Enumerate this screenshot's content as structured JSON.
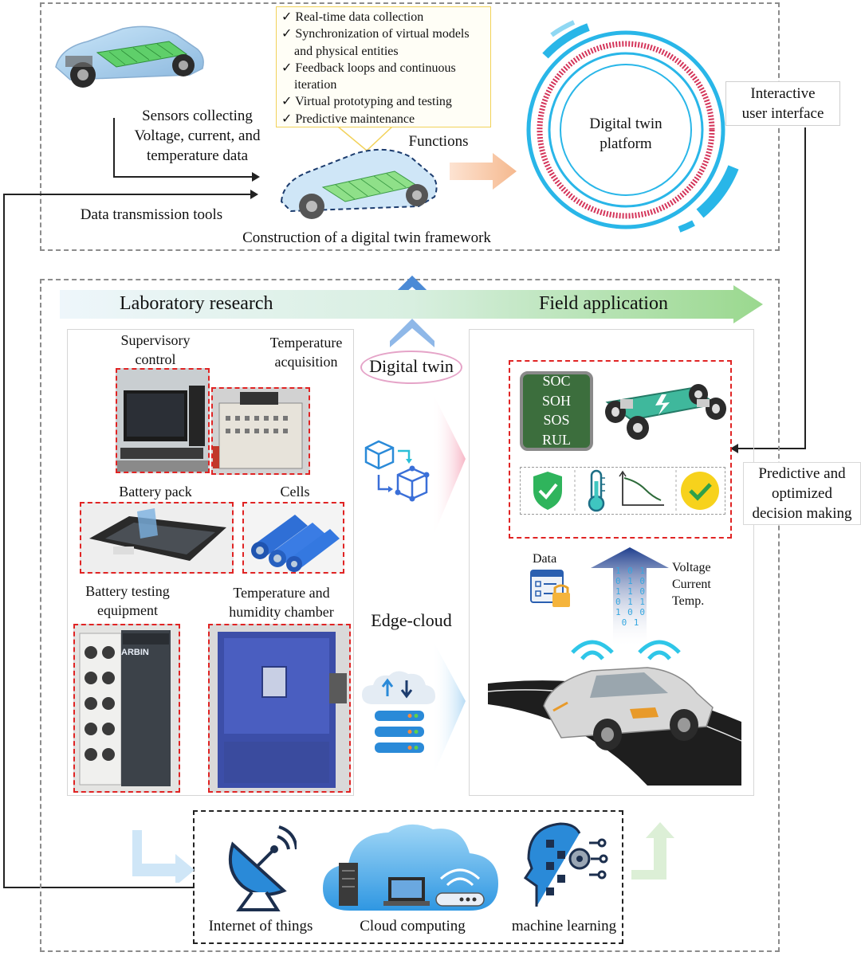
{
  "top": {
    "functions_list": [
      "✓ Real-time data collection",
      "✓ Synchronization of virtual models",
      "  and physical entities",
      "✓ Feedback loops and continuous",
      "  iteration",
      "✓ Virtual prototyping and testing",
      "✓ Predictive maintenance"
    ],
    "sensors_label_lines": [
      "Sensors collecting",
      "Voltage, current, and",
      "temperature data"
    ],
    "functions_label": "Functions",
    "data_transmission_label": "Data transmission tools",
    "framework_label": "Construction of a digital twin framework",
    "platform_label_lines": [
      "Digital twin",
      "platform"
    ],
    "interactive_label_lines": [
      "Interactive",
      "user interface"
    ]
  },
  "middle": {
    "lab_research": "Laboratory research",
    "field_application": "Field application",
    "digital_twin": "Digital twin",
    "edge_cloud": "Edge-cloud",
    "lab": {
      "supervisory_lines": [
        "Supervisory",
        "control"
      ],
      "temperature_acq_lines": [
        "Temperature",
        "acquisition"
      ],
      "battery_pack": "Battery pack",
      "cells": "Cells",
      "battery_testing_lines": [
        "Battery testing",
        "equipment"
      ],
      "chamber_lines": [
        "Temperature and",
        "humidity chamber"
      ],
      "arbin": "ARBIN"
    },
    "field": {
      "states": [
        "SOC",
        "SOH",
        "SOS",
        "RUL"
      ],
      "data_label": "Data",
      "signals": [
        "Voltage",
        "Current",
        "Temp."
      ],
      "binary_rows": [
        "1 0 1",
        "0 1 0",
        "1 1 0",
        "0 1 1",
        "1 0 0",
        "0 1"
      ]
    },
    "predictive_lines": [
      "Predictive and",
      "optimized",
      "decision making"
    ]
  },
  "bottom": {
    "iot": "Internet of things",
    "cloud": "Cloud computing",
    "ml": "machine learning"
  },
  "colors": {
    "accent_blue": "#29b6e8",
    "ring_red": "#d4355a",
    "dashed_red": "#e02424",
    "state_green": "#3c6e3d",
    "band_green": "#7fcf70"
  }
}
